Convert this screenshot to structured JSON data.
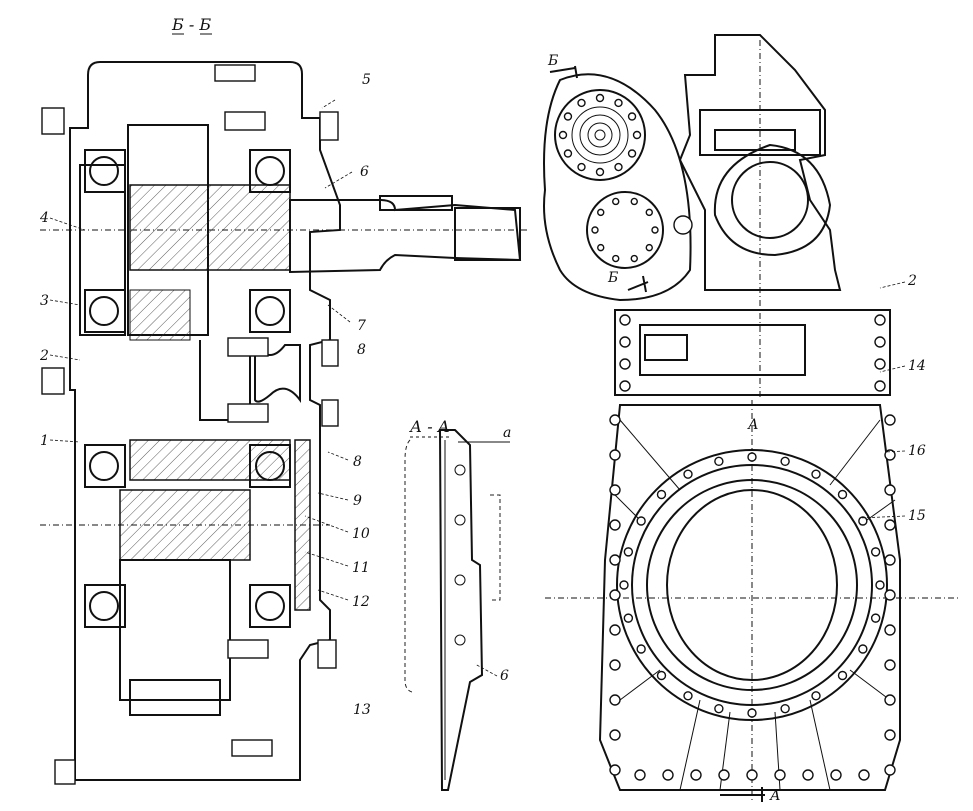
{
  "drawing": {
    "subject": "Gearbox assembly — sectional views",
    "views": {
      "section_bb": {
        "title": "Б - Б"
      },
      "section_aa": {
        "title": "А - А",
        "marker": "а",
        "callout": "6"
      },
      "front_view": {
        "section_marks": [
          "Б",
          "Б"
        ],
        "view_marker_top": "А",
        "view_marker_bottom": "А"
      }
    },
    "callouts_left": [
      "1",
      "2",
      "3",
      "4"
    ],
    "callouts_right": [
      "5",
      "6",
      "7",
      "8",
      "8",
      "9",
      "10",
      "11",
      "12",
      "13"
    ],
    "callouts_front": [
      "2",
      "14",
      "15",
      "16"
    ]
  }
}
